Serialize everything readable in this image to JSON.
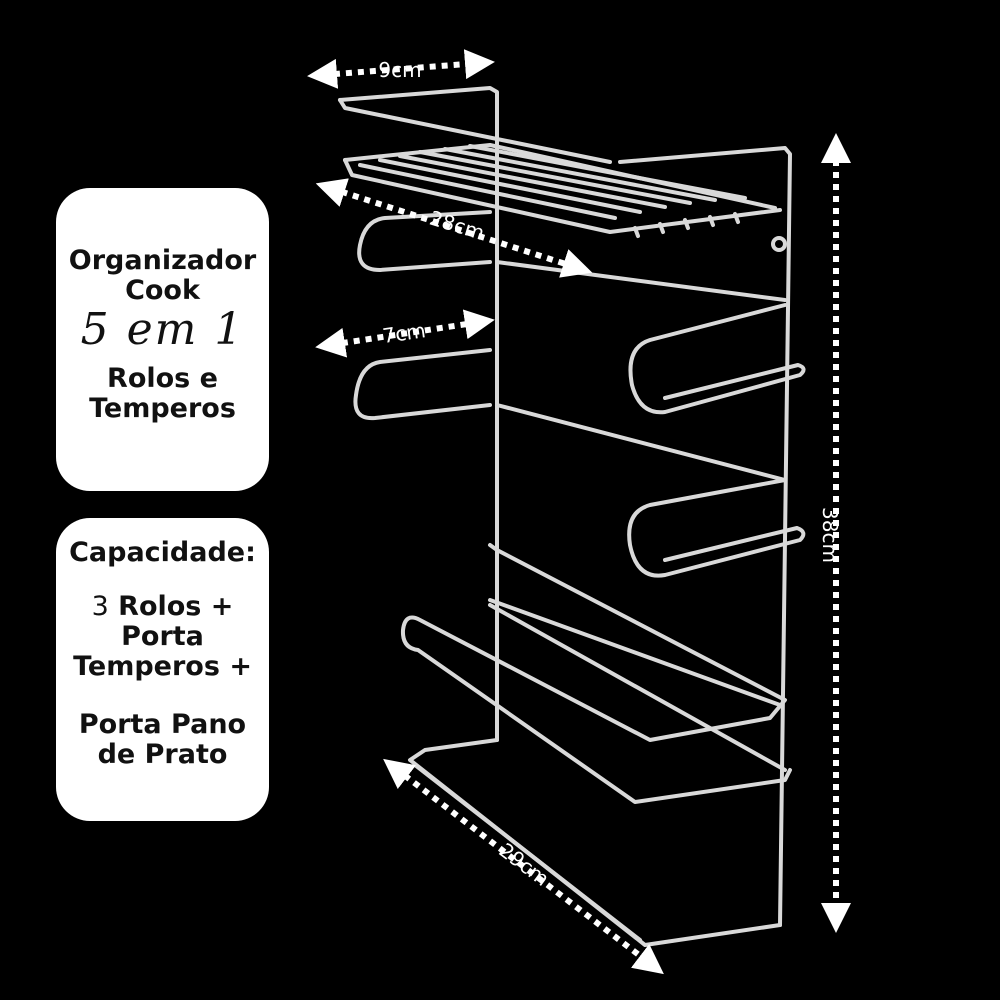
{
  "card1": {
    "line1": "Organizador",
    "line2": "Cook",
    "line3": "5 em 1",
    "line4": "Rolos e",
    "line5": "Temperos"
  },
  "card2": {
    "line1": "Capacidade:",
    "line2_number": "3",
    "line2_text": " Rolos +",
    "line3": "Porta",
    "line4": "Temperos +",
    "line5": "Porta Pano",
    "line6": "de Prato"
  },
  "dimensions": {
    "top_depth": "9cm",
    "shelf_width": "28cm",
    "holder_depth": "7cm",
    "height": "38cm",
    "base_width": "29cm"
  },
  "colors": {
    "background": "#000000",
    "card": "#ffffff",
    "wire": "#d9d9d9",
    "arrow": "#ffffff"
  }
}
